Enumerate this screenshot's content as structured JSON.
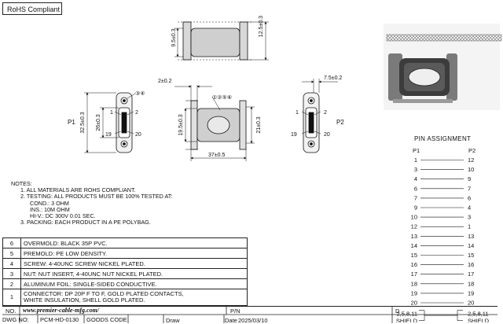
{
  "badge": "RoHS Compliant",
  "dims": {
    "height_top": "9.5±0.3",
    "height_top2": "12.5±0.3",
    "left_2": "2±0.2",
    "right_7_5": "7.5±0.2",
    "left_32_5": "32.5±0.3",
    "left_26": "26±0.3",
    "mid_19_5": "19.5±0.3",
    "mid_21": "21±0.3",
    "width_37": "37±0.5"
  },
  "labels": {
    "p1": "P1",
    "p2": "P2",
    "callout_34": "③④",
    "callout_1256": "①②⑤⑥",
    "pin1": "1",
    "pin2": "2",
    "pin19": "19",
    "pin20": "20"
  },
  "notes": [
    "NOTES:",
    "1. ALL MATERIALS ARE ROHS COMPLIANT.",
    "2. TESTING: ALL PRODUCTS MUST BE 100% TESTED AT:",
    "COND.: 3 OHM",
    "INS.: 10M OHM",
    "HI-V.: DC 300V 0.01 SEC.",
    "3. PACKING: EACH PRODUCT IN A PE POLYBAG."
  ],
  "bom": [
    {
      "no": "6",
      "desc": "OVERMOLD: BLACK 35P PVC."
    },
    {
      "no": "5",
      "desc": "PREMOLD: PE LOW DENSITY."
    },
    {
      "no": "4",
      "desc": "SCREW: 4-40UNC SCREW NICKEL PLATED."
    },
    {
      "no": "3",
      "desc": "NUT: NUT INSERT, 4-40UNC NUT NICKEL PLATED."
    },
    {
      "no": "2",
      "desc": "ALUMINUM FOIL: SINGLE-SIDED CONDUCTIVE."
    },
    {
      "no": "1",
      "desc": "CONNECTOR: DP 20P F TO F, GOLD PLATED CONTACTS,",
      "desc2": "WHITE INSULATION, SHELL GOLD PLATED."
    }
  ],
  "footer": {
    "no": "NO.",
    "website": "www.premier-cable-mfg.com/",
    "pn": "P/N",
    "dwg_no": "DWG NO:",
    "dwg_val": "PCM-HD-0130",
    "goods_code": "GOODS CODE",
    "draw": "Draw",
    "date": "Date",
    "date_val": "2025/03/10",
    "d": "D"
  },
  "pin_assignment": {
    "title": "PIN  ASSIGNMENT",
    "p1_header": "P1",
    "p2_header": "P2",
    "rows": [
      {
        "p1": "1",
        "p2": "12"
      },
      {
        "p1": "3",
        "p2": "10"
      },
      {
        "p1": "4",
        "p2": "9"
      },
      {
        "p1": "6",
        "p2": "7"
      },
      {
        "p1": "7",
        "p2": "6"
      },
      {
        "p1": "9",
        "p2": "4"
      },
      {
        "p1": "10",
        "p2": "3"
      },
      {
        "p1": "12",
        "p2": "1"
      },
      {
        "p1": "13",
        "p2": "13"
      },
      {
        "p1": "14",
        "p2": "14"
      },
      {
        "p1": "15",
        "p2": "15"
      },
      {
        "p1": "16",
        "p2": "16"
      },
      {
        "p1": "17",
        "p2": "17"
      },
      {
        "p1": "18",
        "p2": "18"
      },
      {
        "p1": "19",
        "p2": "19"
      },
      {
        "p1": "20",
        "p2": "20"
      }
    ],
    "shield_left_pins": "2,5,8,11",
    "shield_right_pins": "2,5,8,11",
    "shield_label": "SHIELD"
  }
}
